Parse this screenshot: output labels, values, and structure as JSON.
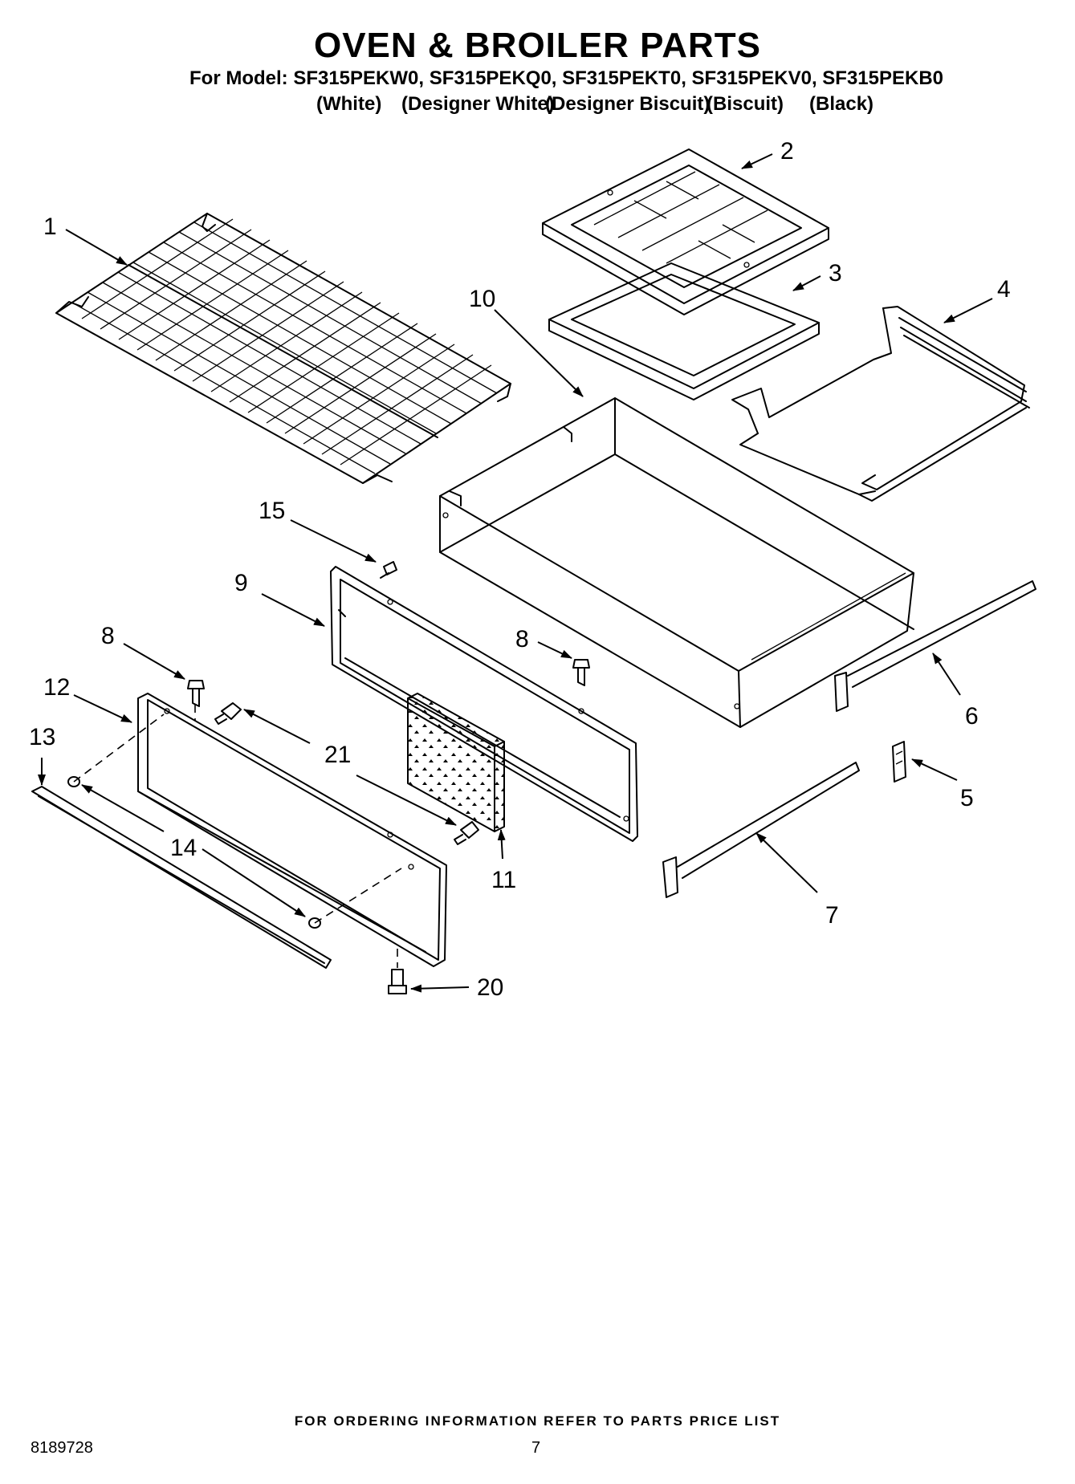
{
  "header": {
    "title": "OVEN & BROILER PARTS",
    "models": "For Model: SF315PEKW0, SF315PEKQ0, SF315PEKT0, SF315PEKV0, SF315PEKB0",
    "colors": [
      "(White)",
      "(Designer White)",
      "(Designer Biscuit)",
      "(Biscuit)",
      "(Black)"
    ]
  },
  "diagram": {
    "callouts": [
      "1",
      "2",
      "3",
      "4",
      "5",
      "6",
      "7",
      "8",
      "8",
      "9",
      "10",
      "11",
      "12",
      "13",
      "14",
      "15",
      "20",
      "21"
    ]
  },
  "footer": {
    "ordering_note": "FOR ORDERING INFORMATION REFER TO PARTS PRICE LIST",
    "document_number": "8189728",
    "page_number": "7"
  }
}
